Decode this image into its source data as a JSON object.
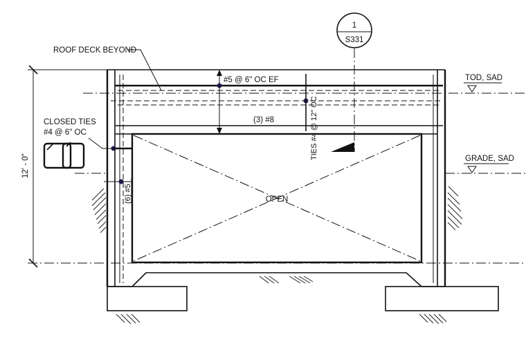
{
  "labels": {
    "roof_deck": "ROOF DECK BEYOND",
    "top_bars": "#5 @ 6\" OC EF",
    "tod": "TOD, SAD",
    "grade": "GRADE, SAD",
    "closed_ties_1": "CLOSED TIES",
    "closed_ties_2": "#4 @ 6\" OC",
    "bottom_bars": "(3) #8",
    "ties_vertical": "TIES #4 @ 12\" OC",
    "side_bars": "(6) #5",
    "opening": "OPEN",
    "dimension": "12' - 0\""
  },
  "section_callout": {
    "number": "1",
    "sheet": "S331"
  }
}
